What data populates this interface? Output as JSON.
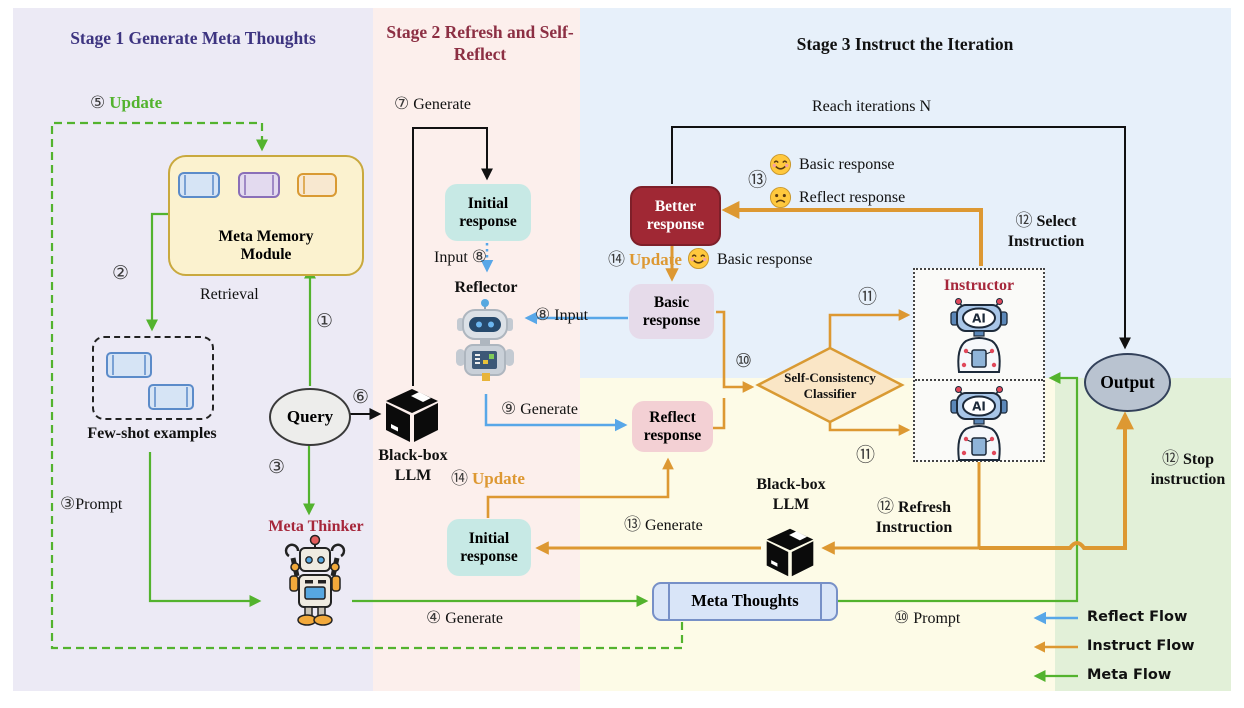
{
  "colors": {
    "stage1_bg": "#ECEAF5",
    "stage2_bg": "#FCEFEC",
    "stage3_blue_bg": "#E7F0FA",
    "stage3_yellow_bg": "#FDFBE7",
    "stage3_green_bg": "#E2F0D8",
    "meta_flow_green": "#53B32E",
    "instruct_flow_orange": "#DD9832",
    "reflect_flow_blue": "#58A7E8",
    "stage1_title_color": "#3D3480",
    "stage2_title_color": "#8C2F43",
    "dark_red_node": "#A02834"
  },
  "stage1": {
    "title": "Stage 1 Generate Meta Thoughts",
    "step5_num": "⑤",
    "step5_label": "Update",
    "step2_num": "②",
    "retrieval_label": "Retrieval",
    "step1_num": "①",
    "meta_memory_label": "Meta Memory Module",
    "few_shot_label": "Few-shot examples",
    "query_label": "Query",
    "step6_num": "⑥",
    "step3_num": "③",
    "prompt_num": "③",
    "prompt_label": "Prompt",
    "meta_thinker_label": "Meta Thinker",
    "generate4_num": "④",
    "generate4_label": "Generate"
  },
  "stage2": {
    "title": "Stage 2 Refresh and Self-Reflect",
    "generate7_num": "⑦",
    "generate7_label": "Generate",
    "initial_response1_label": "Initial response",
    "input8a_label": "Input",
    "input8a_num": "⑧",
    "reflector_label": "Reflector",
    "input8b_num": "⑧",
    "input8b_label": "Input",
    "generate9_num": "⑨",
    "generate9_label": "Generate",
    "blackbox1_label": "Black-box LLM",
    "update14a_num": "⑭",
    "update14a_label": "Update",
    "initial_response2_label": "Initial response"
  },
  "stage3": {
    "title": "Stage 3 Instruct the Iteration",
    "reach_label": "Reach iterations N",
    "step13_num": "⑬",
    "legend13_basic_label": "Basic response",
    "legend13_reflect_label": "Reflect response",
    "better_response_label": "Better response",
    "update14b_num": "⑭",
    "update14b_label": "Update",
    "basic_tag_label": "Basic response",
    "basic_response_label": "Basic response",
    "step10_num": "⑩",
    "classifier_label": "Self-Consistency Classifier",
    "step11a_num": "⑪",
    "step11b_num": "⑪",
    "instructor_label": "Instructor",
    "ai_face_label": "AI",
    "select12_num": "⑫",
    "select12_label": "Select Instruction",
    "reflect_response_label": "Reflect response",
    "blackbox2_label": "Black-box LLM",
    "generate13_num": "⑬",
    "generate13_label": "Generate",
    "refresh12_num": "⑫",
    "refresh12_label": "Refresh Instruction",
    "meta_thoughts_label": "Meta Thoughts",
    "prompt10_num": "⑩",
    "prompt10_label": "Prompt",
    "output_label": "Output",
    "stop12_num": "⑫",
    "stop12_label": "Stop instruction"
  },
  "legend": {
    "reflect_label": "Reflect Flow",
    "instruct_label": "Instruct Flow",
    "meta_label": "Meta Flow"
  }
}
